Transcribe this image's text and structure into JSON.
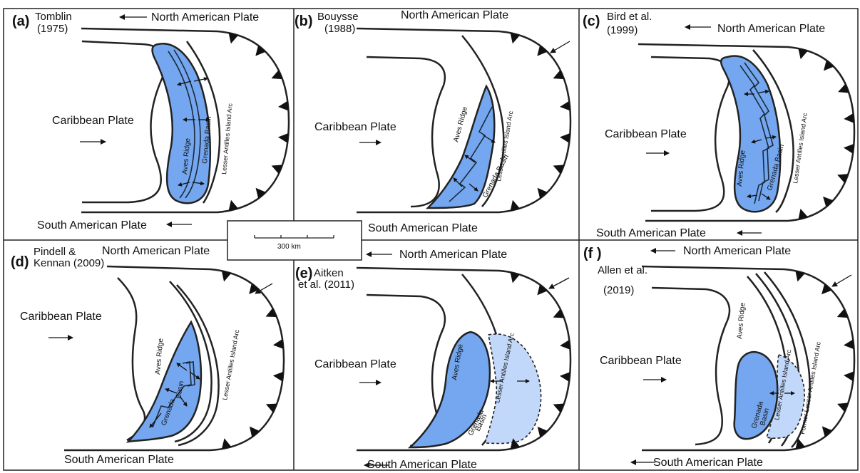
{
  "panels": [
    {
      "id": "a",
      "label": "(a)",
      "author_lines": [
        "Tomblin",
        "(1975)"
      ],
      "north": "North American Plate",
      "south": "South American Plate",
      "carib": "Caribbean Plate",
      "ridge": "Aves Ridge",
      "basin": "Grenada Basin",
      "arc": "Lesser Antilles Island Arc"
    },
    {
      "id": "b",
      "label": "(b)",
      "author_lines": [
        "Bouysse",
        "(1988)"
      ],
      "north": "North American Plate",
      "south": "South American Plate",
      "carib": "Caribbean Plate",
      "ridge": "Aves Ridge",
      "basin": "Grenada Basin",
      "arc": "Lesser Antilles Island Arc"
    },
    {
      "id": "c",
      "label": "(c)",
      "author_lines": [
        "Bird et al.",
        "(1999)"
      ],
      "north": "North American Plate",
      "south": "South American Plate",
      "carib": "Caribbean Plate",
      "ridge": "Aves Ridge",
      "basin": "Grenada Basin",
      "arc": "Lesser Antilles Island Arc"
    },
    {
      "id": "d",
      "label": "(d)",
      "author_lines": [
        "Pindell  &",
        "Kennan (2009)"
      ],
      "north": "North American Plate",
      "south": "South American Plate",
      "carib": "Caribbean Plate",
      "ridge": "Aves Ridge",
      "basin_lines": [
        "Basin",
        "Grenada"
      ],
      "arc": "Lesser Antilles Island Arc"
    },
    {
      "id": "e",
      "label": "(e)",
      "author_lines": [
        "Aitken",
        "et al. (2011)"
      ],
      "north": "North American Plate",
      "south": "South American Plate",
      "carib": "Caribbean Plate",
      "ridge": "Aves Ridge",
      "basin_lines": [
        "Grenada",
        "Basin"
      ],
      "arc": "Lesser Antilles Island Arc"
    },
    {
      "id": "f",
      "label": "(f )",
      "author_lines": [
        "Allen et al.",
        "(2019)"
      ],
      "north": "North American Plate",
      "south": "South American Plate",
      "carib": "Caribbean Plate",
      "ridge": "Aves Ridge",
      "basin_lines": [
        "Grenada",
        "Basin"
      ],
      "arc": "Lesser Antilles Island Arc",
      "arc2": "Former Lesser Antilles Island Arc"
    }
  ],
  "scale_bar": {
    "label": "300 km"
  },
  "colors": {
    "basin": "#74a7ef",
    "basin_light": "#c2d8fb",
    "line": "#222222"
  }
}
